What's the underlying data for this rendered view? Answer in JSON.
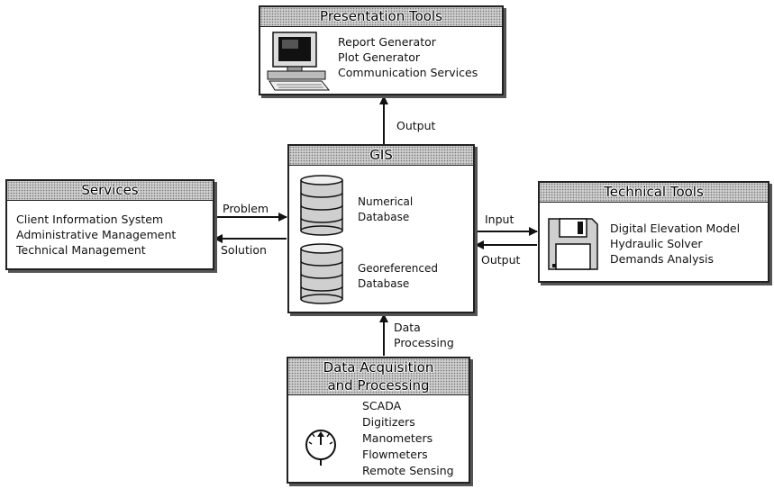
{
  "presentation": {
    "title": "Presentation Tools",
    "items": [
      "Report Generator",
      "Plot Generator",
      "Communication Services"
    ]
  },
  "gis": {
    "title": "GIS",
    "numerical": [
      "Numerical",
      "Database"
    ],
    "georeferenced": [
      "Georeferenced",
      "Database"
    ]
  },
  "services": {
    "title": "Services",
    "items": [
      "Client Information System",
      "Administrative Management",
      "Technical Management"
    ]
  },
  "technical": {
    "title": "Technical Tools",
    "items": [
      "Digital Elevation Model",
      "Hydraulic Solver",
      "Demands Analysis"
    ]
  },
  "acquisition": {
    "title_line1": "Data Acquisition",
    "title_line2": "and Processing",
    "items": [
      "SCADA",
      "Digitizers",
      "Manometers",
      "Flowmeters",
      "Remote Sensing"
    ]
  },
  "flows": {
    "output_top": "Output",
    "problem": "Problem",
    "solution": "Solution",
    "input": "Input",
    "output_right": "Output",
    "data_processing": [
      "Data",
      "Processing"
    ]
  }
}
